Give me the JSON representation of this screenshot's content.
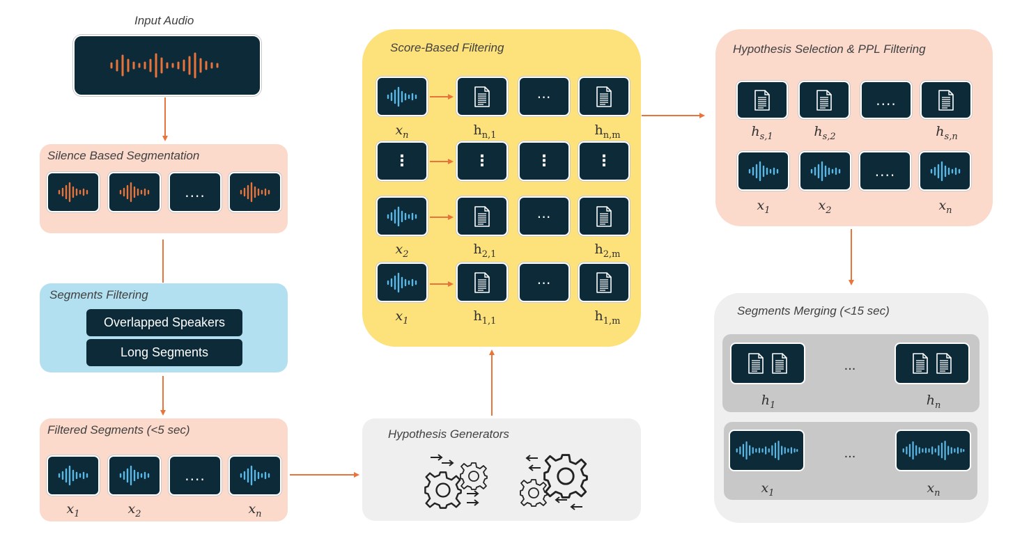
{
  "input_audio": {
    "title": "Input Audio"
  },
  "silence_segmentation": {
    "title": "Silence Based Segmentation",
    "gap_dots": "...."
  },
  "segments_filtering": {
    "title": "Segments Filtering",
    "filters": [
      "Overlapped Speakers",
      "Long Segments"
    ]
  },
  "filtered_segments": {
    "title": "Filtered Segments (<5 sec)",
    "gap_dots": "....",
    "labels": [
      {
        "base": "x",
        "sub": "1"
      },
      {
        "base": "x",
        "sub": "2"
      },
      {
        "base": "x",
        "sub": "n"
      }
    ]
  },
  "hypothesis_generators": {
    "title": "Hypothesis Generators",
    "icons": [
      "gears-arrows-in-icon",
      "gears-arrows-out-icon"
    ]
  },
  "score_filtering": {
    "title": "Score-Based Filtering",
    "gap_dots": "⋯",
    "row_labels": [
      {
        "x": {
          "base": "x",
          "sub": "n"
        },
        "h1": {
          "base": "h",
          "sub": "n,1"
        },
        "hm": {
          "base": "h",
          "sub": "n,m"
        }
      },
      {
        "x": {
          "base": "x",
          "sub": "2"
        },
        "h1": {
          "base": "h",
          "sub": "2,1"
        },
        "hm": {
          "base": "h",
          "sub": "2,m"
        }
      },
      {
        "x": {
          "base": "x",
          "sub": "1"
        },
        "h1": {
          "base": "h",
          "sub": "1,1"
        },
        "hm": {
          "base": "h",
          "sub": "1,m"
        }
      }
    ]
  },
  "hypothesis_selection": {
    "title": "Hypothesis Selection & PPL Filtering",
    "gap_dots": "....",
    "h_labels": [
      {
        "base": "h",
        "sub": "s,1"
      },
      {
        "base": "h",
        "sub": "s,2"
      },
      {
        "base": "h",
        "sub": "s,n"
      }
    ],
    "x_labels": [
      {
        "base": "x",
        "sub": "1"
      },
      {
        "base": "x",
        "sub": "2"
      },
      {
        "base": "x",
        "sub": "n"
      }
    ]
  },
  "segments_merging": {
    "title": "Segments Merging (<15 sec)",
    "ellipsis": "...",
    "h_labels": [
      {
        "base": "h",
        "sub": "1"
      },
      {
        "base": "h",
        "sub": "n"
      }
    ],
    "x_labels": [
      {
        "base": "x",
        "sub": "1"
      },
      {
        "base": "x",
        "sub": "n"
      }
    ]
  },
  "colors": {
    "tile": "#0d2a38",
    "orange_wave": "#e8743b",
    "blue_wave": "#5bb8e6",
    "salmon": "#fbd9cb",
    "light_blue": "#b3e0f0",
    "yellow": "#fde17a",
    "light_gray": "#efefef",
    "mid_gray": "#c8c8c8",
    "arrow": "#e8743b"
  }
}
